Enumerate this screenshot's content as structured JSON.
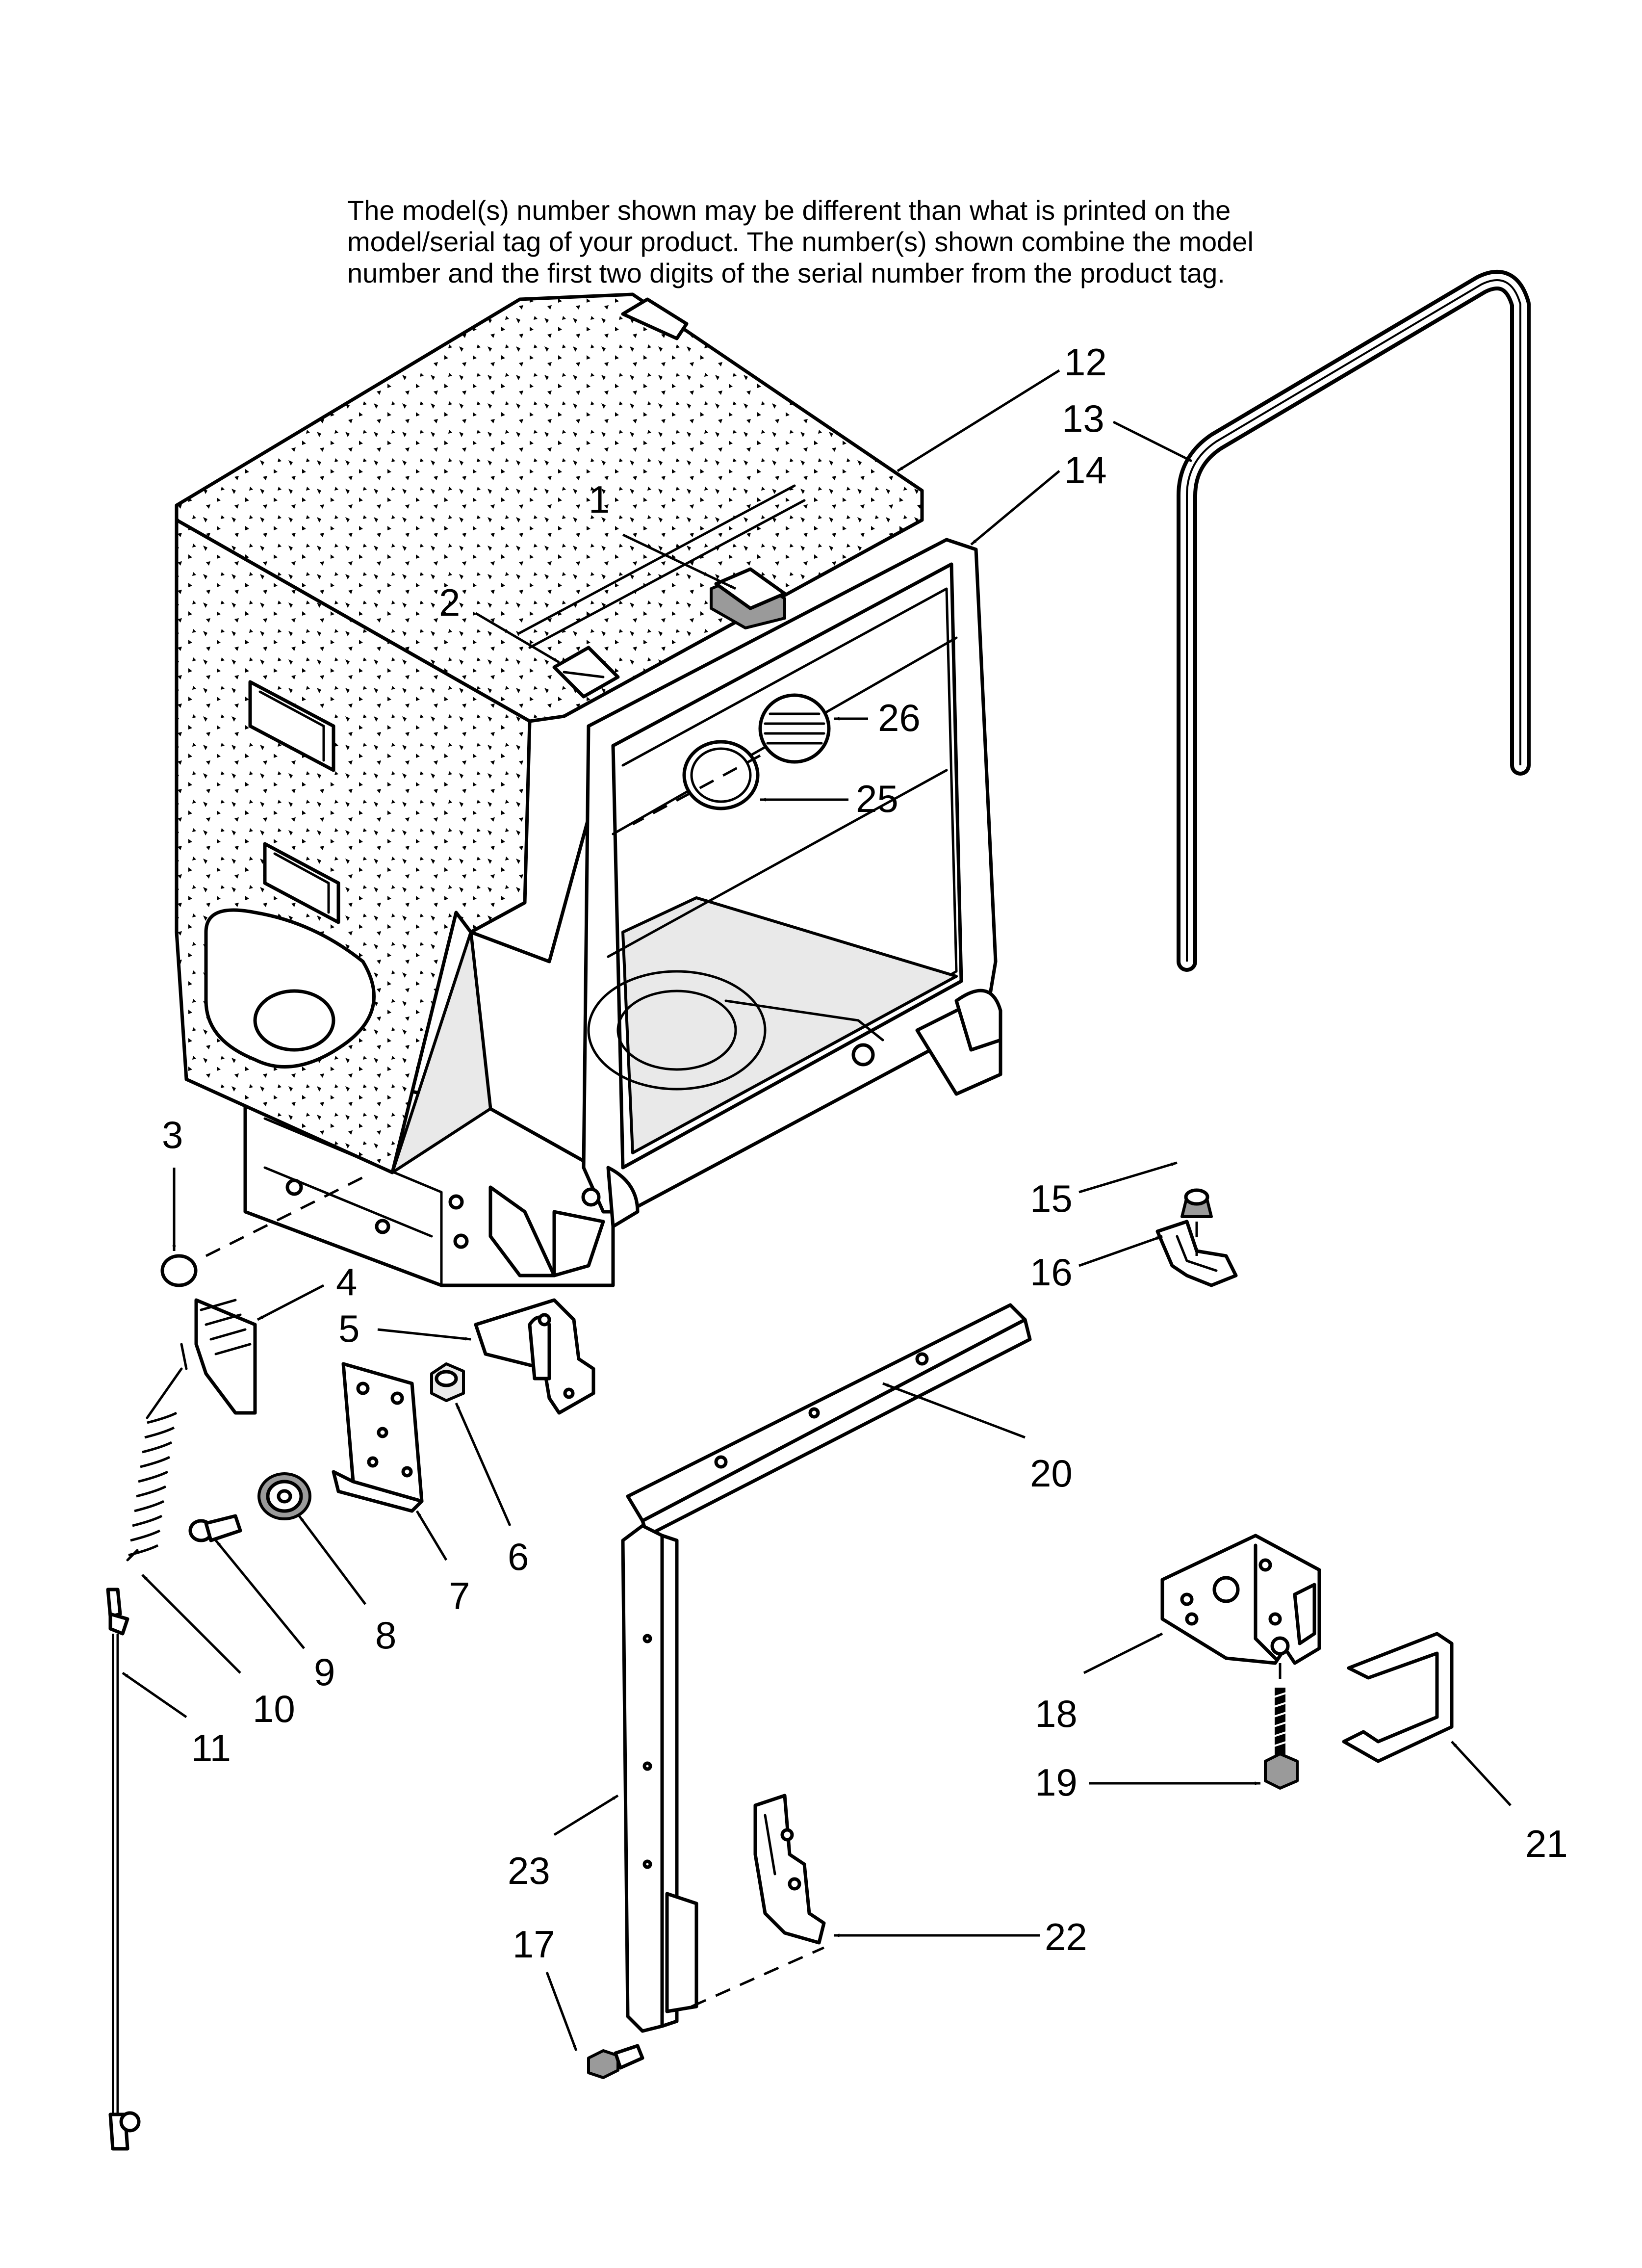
{
  "note": {
    "lines": [
      "The model(s) number shown may be different than what is printed on the",
      "model/serial tag of your product. The number(s) shown combine the model",
      "number and the first two digits of the serial number from the product tag."
    ]
  },
  "callouts": [
    "1",
    "2",
    "3",
    "4",
    "5",
    "6",
    "7",
    "8",
    "9",
    "10",
    "11",
    "12",
    "13",
    "14",
    "15",
    "16",
    "17",
    "18",
    "19",
    "20",
    "21",
    "22",
    "23",
    "25",
    "26"
  ],
  "colors": {
    "ink": "#000000",
    "paper": "#ffffff",
    "shade": "#e9e9e9"
  }
}
